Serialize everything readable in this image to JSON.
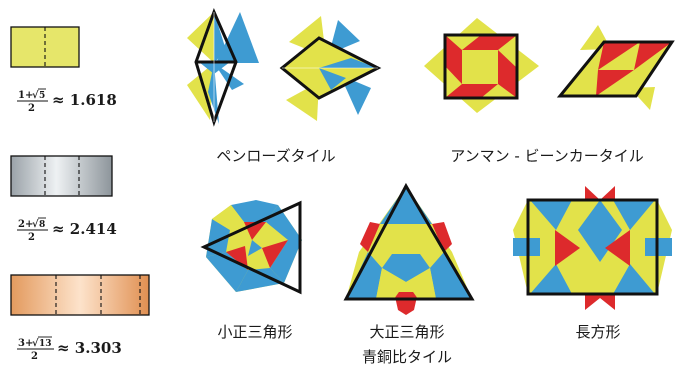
{
  "ratios": [
    {
      "num_int": "1+",
      "num_rad": "5",
      "den": "2",
      "value": "≈ 1.618"
    },
    {
      "num_int": "2+",
      "num_rad": "8",
      "den": "2",
      "value": "≈ 2.414"
    },
    {
      "num_int": "3+",
      "num_rad": "13",
      "den": "2",
      "value": "≈ 3.303"
    }
  ],
  "captions": {
    "penrose": "ペンローズタイル",
    "ammann": "アンマン - ビーンカータイル",
    "small_triangle": "小正三角形",
    "large_triangle": "大正三角形",
    "rectangle": "長方形",
    "bronze": "青銅比タイル"
  },
  "colors": {
    "yellow": "#e2e24a",
    "blue": "#3e9bd2",
    "red": "#dd2a2c",
    "outline": "#111111",
    "gold_fill": "#e6e66a",
    "silver_fill": "#c2c8cc",
    "bronze_fill": "#ecb07e"
  }
}
